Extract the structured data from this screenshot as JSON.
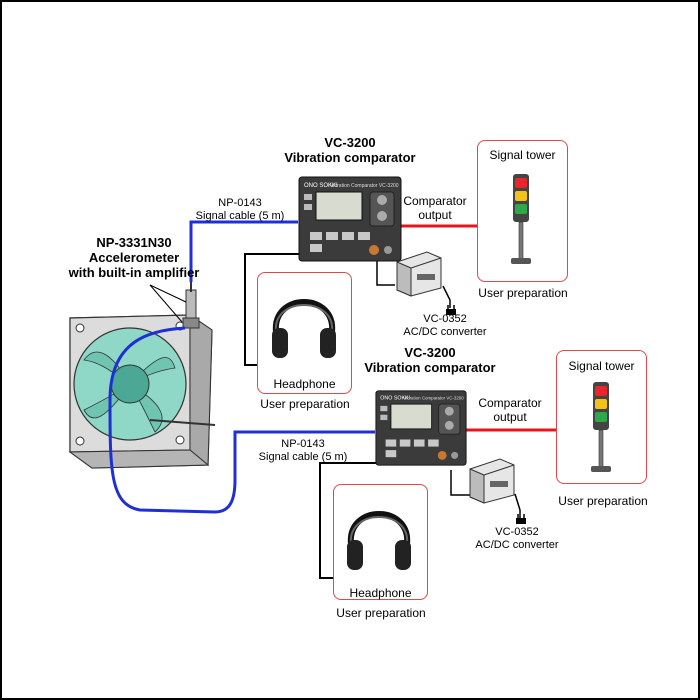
{
  "accelerometer": {
    "model": "NP-3331N30",
    "line1": "Accelerometer",
    "line2": "with built-in amplifier"
  },
  "systems": [
    {
      "comparator_model": "VC-3200",
      "comparator_name": "Vibration comparator",
      "cable_model": "NP-0143",
      "cable_desc": "Signal cable (5 m)",
      "output_line1": "Comparator",
      "output_line2": "output",
      "tower_label": "Signal tower",
      "tower_note": "User preparation",
      "headphone_label": "Headphone",
      "headphone_note": "User preparation",
      "converter_model": "VC-0352",
      "converter_desc": "AC/DC converter"
    },
    {
      "comparator_model": "VC-3200",
      "comparator_name": "Vibration comparator",
      "cable_model": "NP-0143",
      "cable_desc": "Signal cable (5 m)",
      "output_line1": "Comparator",
      "output_line2": "output",
      "tower_label": "Signal tower",
      "tower_note": "User preparation",
      "headphone_label": "Headphone",
      "headphone_note": "User preparation",
      "converter_model": "VC-0352",
      "converter_desc": "AC/DC converter"
    }
  ],
  "device_brand": "ONO SOKKI",
  "device_panel_title": "Vibration Comparator VC-3200",
  "colors": {
    "signal_cable": "#1f2fd6",
    "output_arrow": "#e8141b",
    "frame": "#e0474c",
    "tower_red": "#e8262a",
    "tower_yellow": "#f2c21a",
    "tower_green": "#2fa84a"
  }
}
